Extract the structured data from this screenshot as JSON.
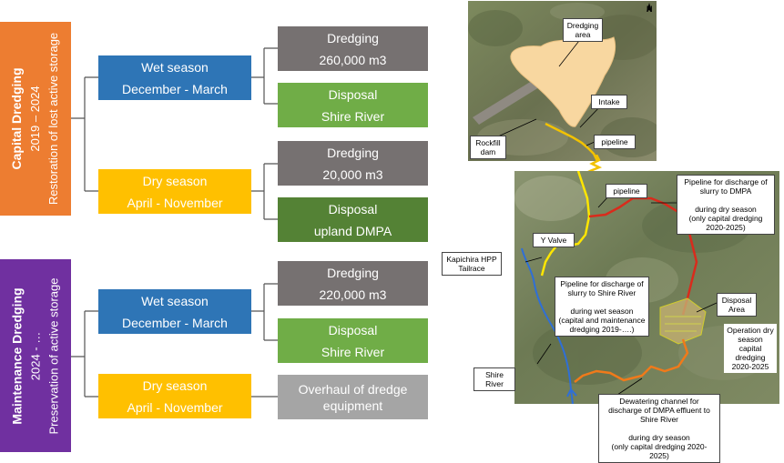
{
  "phases": [
    {
      "title": "Capital Dredging",
      "period": "2019 – 2024",
      "subtitle": "Restoration of lost active storage",
      "color": "#ed7d31"
    },
    {
      "title": "Maintenance Dredging",
      "period": "2024 - …",
      "subtitle": "Preservation of active storage",
      "color": "#7030a0"
    }
  ],
  "seasons": [
    {
      "line1": "Wet season",
      "line2": "December - March",
      "color": "#2e75b6"
    },
    {
      "line1": "Dry season",
      "line2": "April - November",
      "color": "#ffc000"
    },
    {
      "line1": "Wet season",
      "line2": "December - March",
      "color": "#2e75b6"
    },
    {
      "line1": "Dry season",
      "line2": "April - November",
      "color": "#ffc000"
    }
  ],
  "actions": [
    {
      "line1": "Dredging",
      "line2": "260,000 m3",
      "color": "#767171"
    },
    {
      "line1": "Disposal",
      "line2": "Shire River",
      "color": "#70ad47"
    },
    {
      "line1": "Dredging",
      "line2": "20,000 m3",
      "color": "#767171"
    },
    {
      "line1": "Disposal",
      "line2": "upland DMPA",
      "color": "#548235"
    },
    {
      "line1": "Dredging",
      "line2": "220,000 m3",
      "color": "#767171"
    },
    {
      "line1": "Disposal",
      "line2": "Shire River",
      "color": "#70ad47"
    },
    {
      "line1": "Overhaul of dredge",
      "line2": "equipment",
      "color": "#a5a5a5"
    }
  ],
  "map_top": {
    "labels": {
      "dredging_area": "Dredging area",
      "intake": "Intake",
      "rockfill_dam": "Rockfill dam",
      "pipeline": "pipeline"
    },
    "north_marker": "N"
  },
  "map_bottom": {
    "labels": {
      "pipeline": "pipeline",
      "pipeline_dmpa": "Pipeline for discharge of slurry to DMPA\n\nduring dry season\n(only capital dredging 2020-2025)",
      "y_valve": "Y Valve",
      "kapichira": "Kapichira HPP Tailrace",
      "pipeline_shire": "Pipeline for discharge of slurry to Shire River\n\nduring wet season\n(capital and maintenance dredging 2019-….)",
      "disposal_area": "Disposal Area",
      "operation": "Operation dry season capital dredging 2020-2025",
      "shire_river": "Shire River",
      "dewatering": "Dewatering channel for discharge of DMPA effluent to Shire River\n\nduring dry season\n(only capital dredging 2020-2025)"
    },
    "colors": {
      "yellow_pipeline": "#ffe600",
      "red_pipeline": "#d92b1c",
      "orange_channel": "#f07a1a",
      "blue_river": "#2f6fd6"
    }
  }
}
